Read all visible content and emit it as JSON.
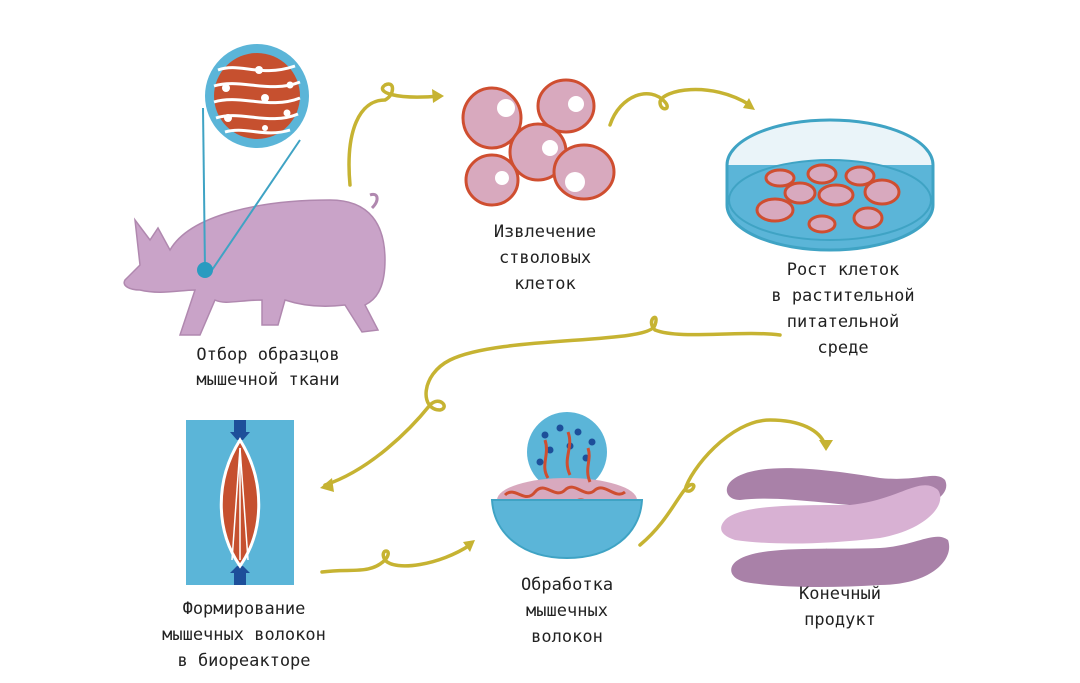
{
  "title": "Производство культивированного мяса",
  "steps": [
    {
      "id": "biopsy",
      "lines": [
        "Отбор образцов",
        "мышечной ткани"
      ]
    },
    {
      "id": "stem-cells",
      "lines": [
        "Извлечение",
        "стволовых",
        "клеток"
      ]
    },
    {
      "id": "growth",
      "lines": [
        "Рост клеток",
        "в растительной",
        "питательной",
        "среде"
      ]
    },
    {
      "id": "bioreactor",
      "lines": [
        "Формирование",
        "мышечных волокон",
        "в биореакторе"
      ]
    },
    {
      "id": "processing",
      "lines": [
        "Обработка",
        "мышечных",
        "волокон"
      ]
    },
    {
      "id": "product",
      "lines": [
        "Конечный",
        "продукт"
      ]
    }
  ],
  "colors": {
    "pig": "#c9a3c8",
    "blue": "#5bb5d8",
    "muscle": "#c6502f",
    "arrow": "#c6b332",
    "sausage": "#a981a8"
  }
}
